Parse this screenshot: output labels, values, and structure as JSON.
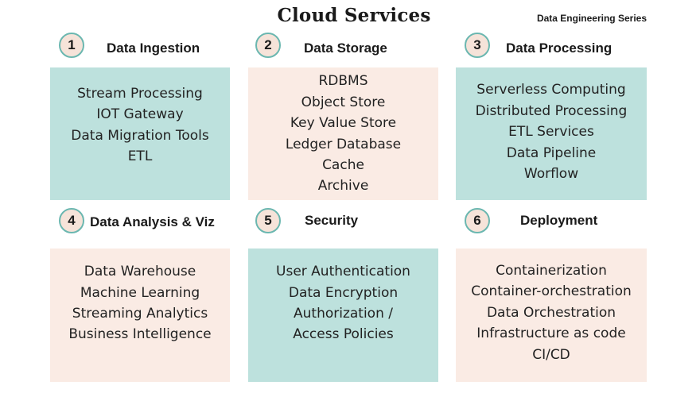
{
  "title": "Cloud Services",
  "series_label": "Data Engineering Series",
  "colors": {
    "teal": "#bde1dd",
    "peach": "#faebe4",
    "badge_fill": "#f6e3d9",
    "badge_ring": "#6bb7b0"
  },
  "sections": [
    {
      "number": "1",
      "heading": "Data Ingestion",
      "items": [
        "Stream Processing",
        "IOT Gateway",
        "Data Migration Tools",
        "ETL"
      ]
    },
    {
      "number": "2",
      "heading": "Data Storage",
      "items": [
        "RDBMS",
        "Object Store",
        "Key Value Store",
        "Ledger Database",
        "Cache",
        "Archive"
      ]
    },
    {
      "number": "3",
      "heading": "Data Processing",
      "items": [
        "Serverless Computing",
        "Distributed Processing",
        "ETL Services",
        "Data Pipeline",
        "Worflow"
      ]
    },
    {
      "number": "4",
      "heading": "Data Analysis & Viz",
      "items": [
        "Data Warehouse",
        "Machine Learning",
        "Streaming Analytics",
        "Business Intelligence"
      ]
    },
    {
      "number": "5",
      "heading": "Security",
      "items": [
        "User Authentication",
        "Data Encryption",
        "Authorization /",
        "Access Policies"
      ]
    },
    {
      "number": "6",
      "heading": "Deployment",
      "items": [
        "Containerization",
        "Container-orchestration",
        "Data Orchestration",
        "Infrastructure as code",
        "CI/CD"
      ]
    }
  ]
}
